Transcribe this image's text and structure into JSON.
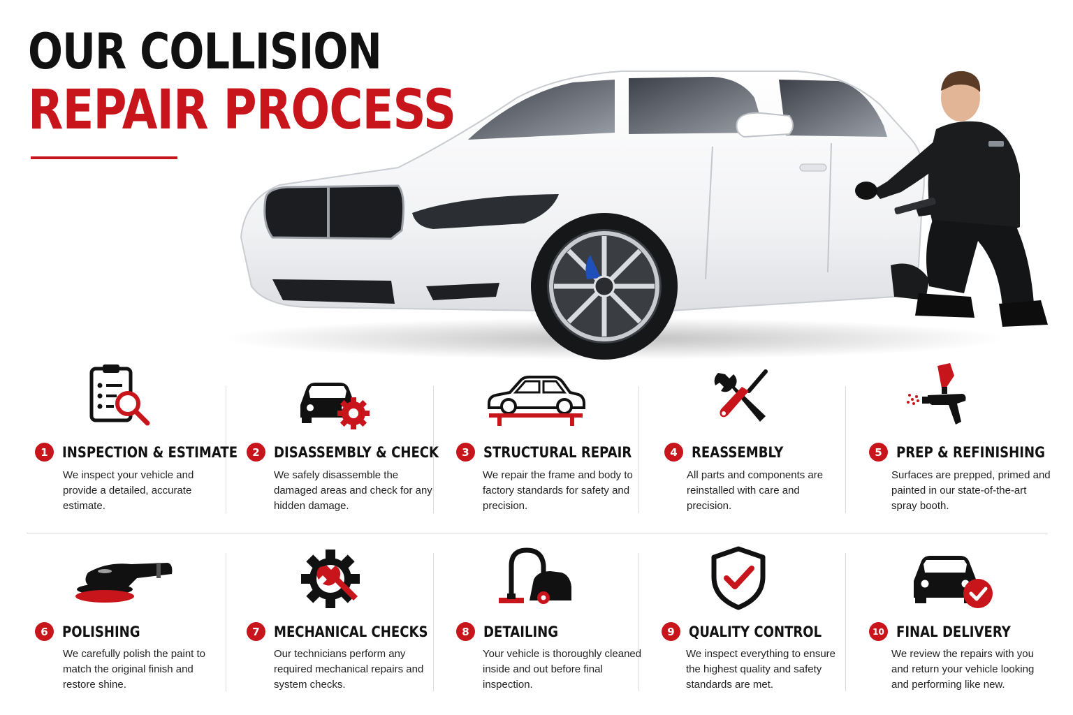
{
  "title": {
    "line1": "OUR COLLISION",
    "line2": "REPAIR PROCESS"
  },
  "colors": {
    "accent": "#c8141b",
    "text": "#111111",
    "divider": "#d9d9d9"
  },
  "steps": [
    {
      "number": "1",
      "title": "INSPECTION & ESTIMATE",
      "description": "We inspect your vehicle and provide a detailed, accurate estimate.",
      "icon": "clipboard-magnifier-icon"
    },
    {
      "number": "2",
      "title": "DISASSEMBLY & CHECK",
      "description": "We safely disassemble the damaged areas and check for any hidden damage.",
      "icon": "car-gear-icon"
    },
    {
      "number": "3",
      "title": "STRUCTURAL REPAIR",
      "description": "We repair the frame and body to factory standards for safety and precision.",
      "icon": "car-lift-icon"
    },
    {
      "number": "4",
      "title": "REASSEMBLY",
      "description": "All parts and components are reinstalled with care and precision.",
      "icon": "wrench-screwdriver-icon"
    },
    {
      "number": "5",
      "title": "PREP & REFINISHING",
      "description": "Surfaces are prepped, primed and painted in our state-of-the-art spray booth.",
      "icon": "spray-gun-icon"
    },
    {
      "number": "6",
      "title": "POLISHING",
      "description": "We carefully polish the paint to match the original finish and restore shine.",
      "icon": "polisher-icon"
    },
    {
      "number": "7",
      "title": "MECHANICAL CHECKS",
      "description": "Our technicians perform any required mechanical repairs and system checks.",
      "icon": "gear-wrench-icon"
    },
    {
      "number": "8",
      "title": "DETAILING",
      "description": "Your vehicle is thoroughly cleaned inside and out before final inspection.",
      "icon": "vacuum-icon"
    },
    {
      "number": "9",
      "title": "QUALITY CONTROL",
      "description": "We inspect everything to ensure the highest quality and safety standards are met.",
      "icon": "shield-check-icon"
    },
    {
      "number": "10",
      "title": "FINAL DELIVERY",
      "description": "We review the repairs with you and return your vehicle looking and performing like new.",
      "icon": "car-check-icon"
    }
  ]
}
